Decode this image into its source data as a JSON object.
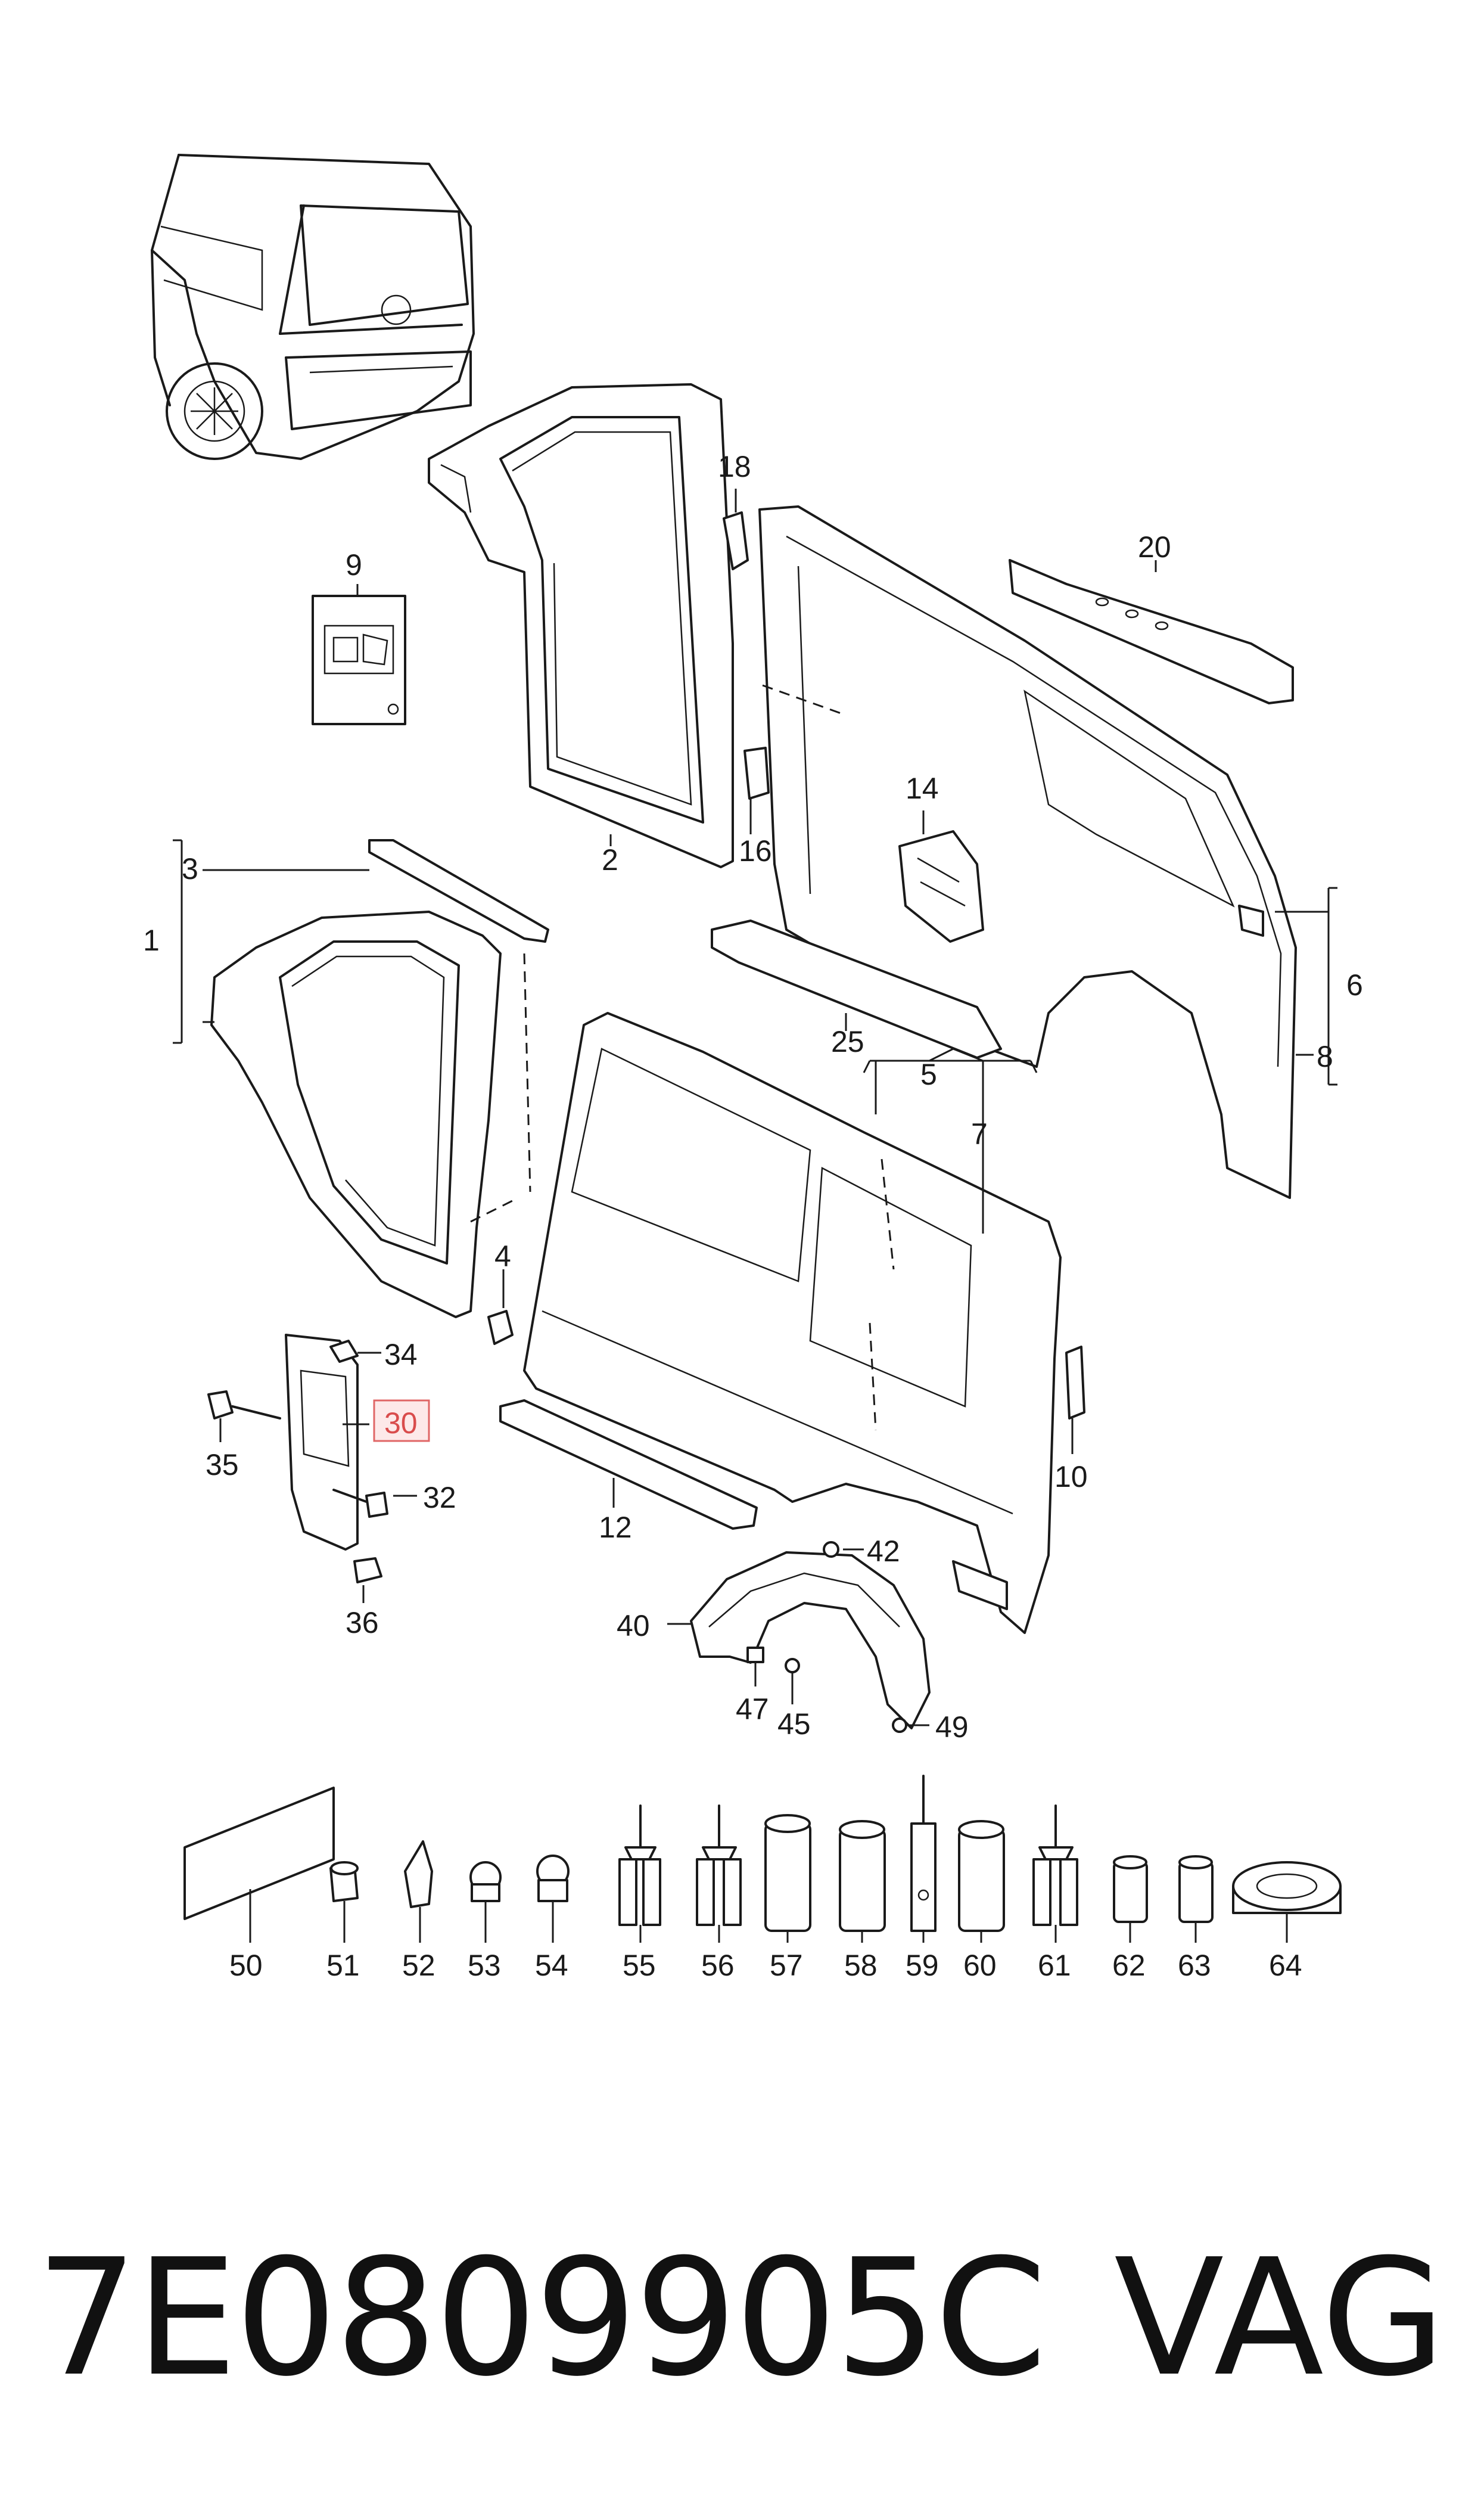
{
  "callouts": {
    "c1": "1",
    "c2": "2",
    "c3": "3",
    "c4": "4",
    "c5": "5",
    "c6": "6",
    "c7": "7",
    "c8": "8",
    "c9": "9",
    "c10": "10",
    "c12": "12",
    "c14": "14",
    "c16": "16",
    "c18": "18",
    "c20": "20",
    "c25": "25",
    "c30": "30",
    "c32": "32",
    "c34": "34",
    "c35": "35",
    "c36": "36",
    "c40": "40",
    "c42": "42",
    "c45": "45",
    "c47": "47",
    "c49": "49",
    "c50": "50",
    "c51": "51",
    "c52": "52",
    "c53": "53",
    "c54": "54",
    "c55": "55",
    "c56": "56",
    "c57": "57",
    "c58": "58",
    "c59": "59",
    "c60": "60",
    "c61": "61",
    "c62": "62",
    "c63": "63",
    "c64": "64"
  },
  "highlighted_callout": "30",
  "colors": {
    "line": "#1a1a1a",
    "highlight_fill": "#fde9e9",
    "highlight_stroke": "#e06666",
    "highlight_text": "#d94c4c"
  },
  "footer": {
    "part_number": "7E0809905C",
    "brand": "VAG"
  }
}
